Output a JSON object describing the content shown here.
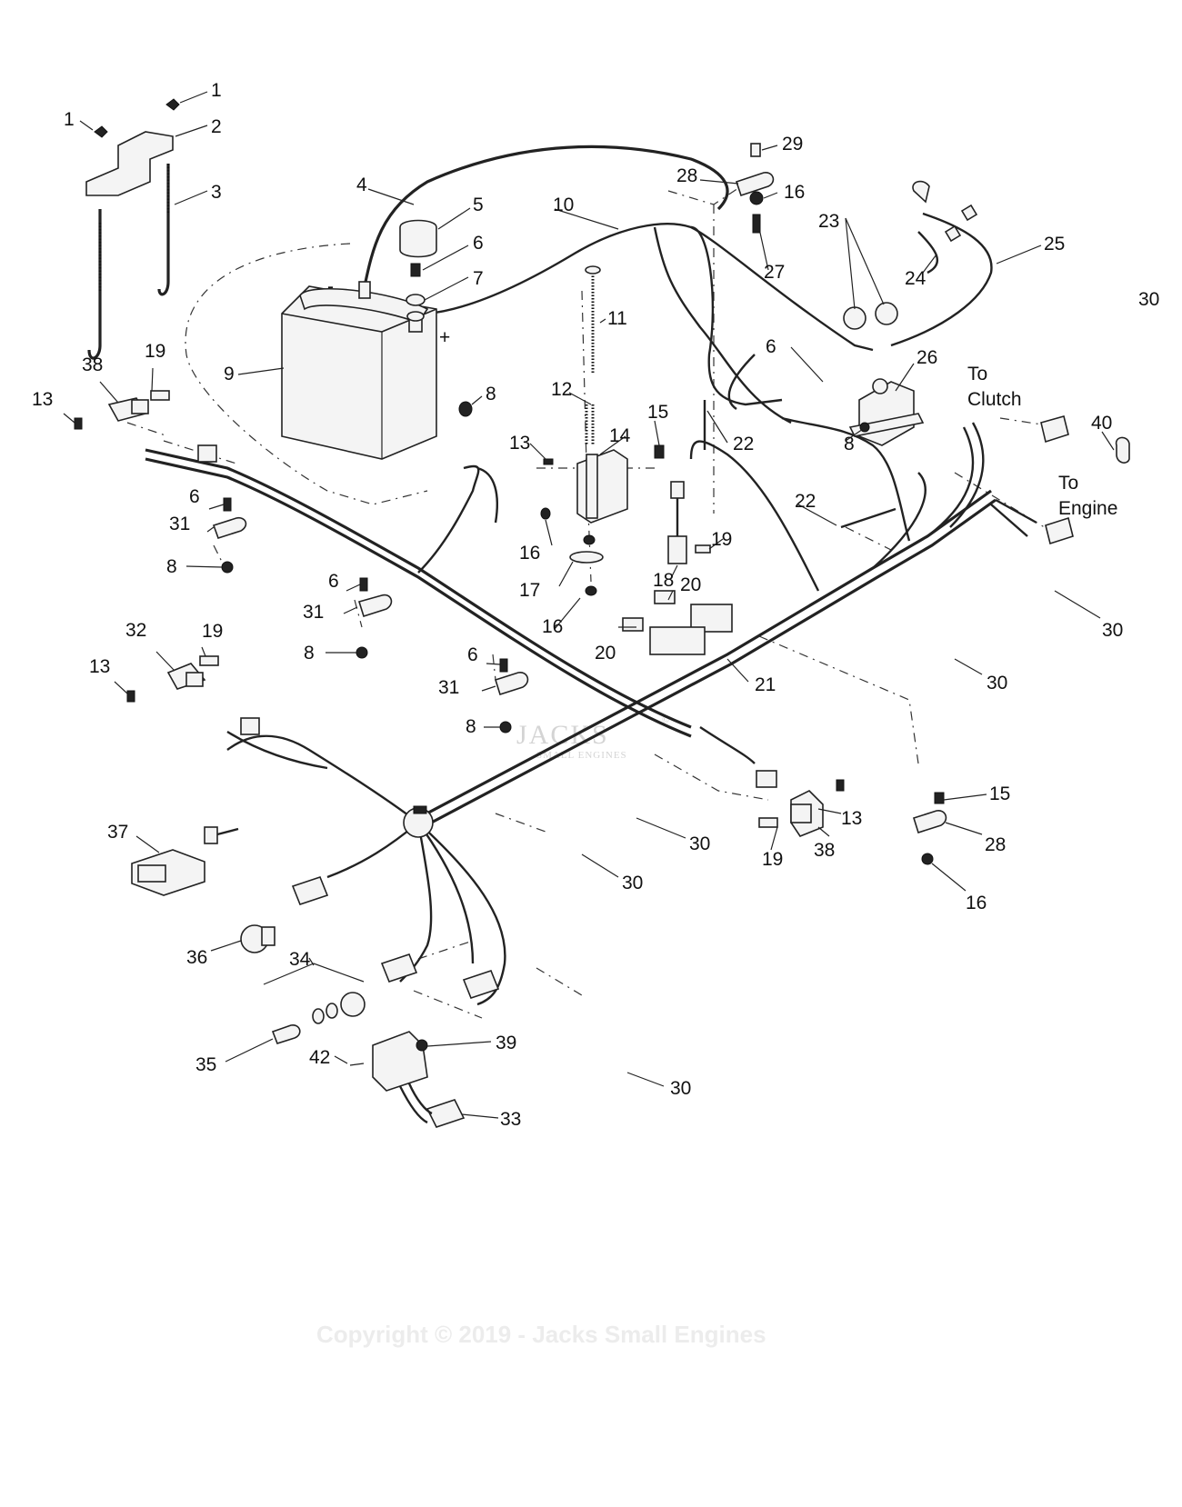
{
  "callouts": [
    {
      "n": "1"
    },
    {
      "n": "1"
    },
    {
      "n": "2"
    },
    {
      "n": "3"
    },
    {
      "n": "4"
    },
    {
      "n": "5"
    },
    {
      "n": "6"
    },
    {
      "n": "7"
    },
    {
      "n": "9"
    },
    {
      "n": "8"
    },
    {
      "n": "10"
    },
    {
      "n": "11"
    },
    {
      "n": "12"
    },
    {
      "n": "13"
    },
    {
      "n": "14"
    },
    {
      "n": "15"
    },
    {
      "n": "16"
    },
    {
      "n": "17"
    },
    {
      "n": "16"
    },
    {
      "n": "18"
    },
    {
      "n": "19"
    },
    {
      "n": "20"
    },
    {
      "n": "20"
    },
    {
      "n": "21"
    },
    {
      "n": "22"
    },
    {
      "n": "22"
    },
    {
      "n": "29"
    },
    {
      "n": "28"
    },
    {
      "n": "16"
    },
    {
      "n": "27"
    },
    {
      "n": "23"
    },
    {
      "n": "24"
    },
    {
      "n": "25"
    },
    {
      "n": "30"
    },
    {
      "n": "6"
    },
    {
      "n": "26"
    },
    {
      "n": "8"
    },
    {
      "n": "40"
    },
    {
      "n": "30"
    },
    {
      "n": "30"
    },
    {
      "n": "38"
    },
    {
      "n": "19"
    },
    {
      "n": "13"
    },
    {
      "n": "6"
    },
    {
      "n": "31"
    },
    {
      "n": "8"
    },
    {
      "n": "6"
    },
    {
      "n": "31"
    },
    {
      "n": "8"
    },
    {
      "n": "32"
    },
    {
      "n": "19"
    },
    {
      "n": "13"
    },
    {
      "n": "6"
    },
    {
      "n": "31"
    },
    {
      "n": "8"
    },
    {
      "n": "30"
    },
    {
      "n": "30"
    },
    {
      "n": "13"
    },
    {
      "n": "38"
    },
    {
      "n": "19"
    },
    {
      "n": "15"
    },
    {
      "n": "28"
    },
    {
      "n": "16"
    },
    {
      "n": "37"
    },
    {
      "n": "36"
    },
    {
      "n": "34"
    },
    {
      "n": "35"
    },
    {
      "n": "39"
    },
    {
      "n": "42"
    },
    {
      "n": "33"
    },
    {
      "n": "30"
    }
  ],
  "labels": {
    "to_clutch_1": "To",
    "to_clutch_2": "Clutch",
    "to_engine_1": "To",
    "to_engine_2": "Engine",
    "battery_minus": "-",
    "battery_plus": "+"
  },
  "watermark": {
    "brand": "JACKS",
    "copyright_mark": "©",
    "tagline": "SMALL ENGINES"
  },
  "footer": {
    "copyright": "Copyright © 2019 - Jacks Small Engines"
  }
}
